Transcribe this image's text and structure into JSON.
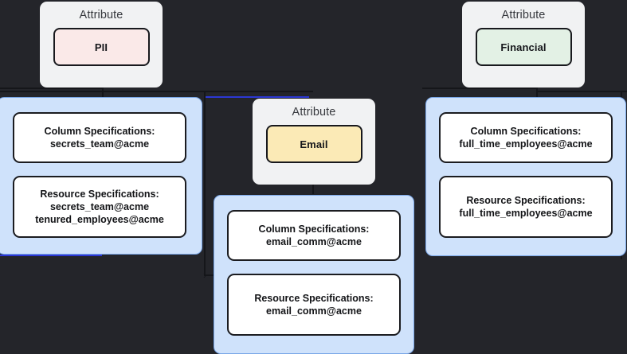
{
  "diagram": {
    "type": "lineage-graph",
    "background_color": "#24252a",
    "attribute_group_color": "#f1f2f3",
    "spec_group_color": "#cfe2fb",
    "edge_color": "#15161a",
    "highlight_edge_color": "#2b37d4",
    "attribute_groups": [
      {
        "id": "attr-pii",
        "title": "Attribute",
        "chip_label": "PII",
        "chip_color": "#fae9e8"
      },
      {
        "id": "attr-email",
        "title": "Attribute",
        "chip_label": "Email",
        "chip_color": "#fbeab6"
      },
      {
        "id": "attr-financial",
        "title": "Attribute",
        "chip_label": "Financial",
        "chip_color": "#e3f1e5"
      }
    ],
    "spec_groups": [
      {
        "id": "spec-secrets",
        "nodes": [
          {
            "title": "Column Specifications:",
            "items": [
              "secrets_team@acme"
            ]
          },
          {
            "title": "Resource Specifications:",
            "items": [
              "secrets_team@acme",
              "tenured_employees@acme"
            ]
          }
        ]
      },
      {
        "id": "spec-email",
        "nodes": [
          {
            "title": "Column Specifications:",
            "items": [
              "email_comm@acme"
            ]
          },
          {
            "title": "Resource Specifications:",
            "items": [
              "email_comm@acme"
            ]
          }
        ]
      },
      {
        "id": "spec-financial",
        "nodes": [
          {
            "title": "Column Specifications:",
            "items": [
              "full_time_employees@acme"
            ]
          },
          {
            "title": "Resource Specifications:",
            "items": [
              "full_time_employees@acme"
            ]
          }
        ]
      }
    ],
    "edge_marker": "›"
  }
}
